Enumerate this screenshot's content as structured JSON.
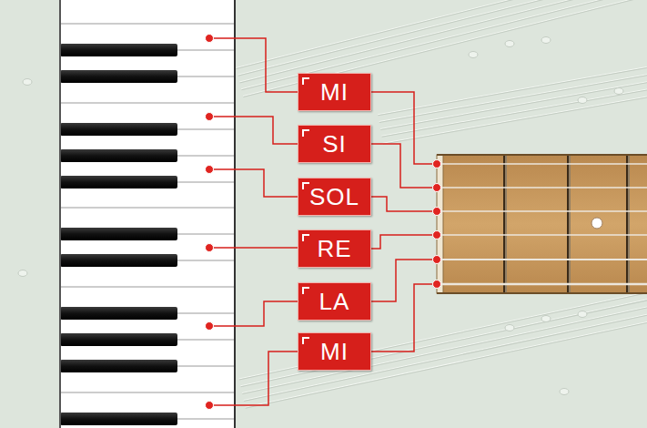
{
  "diagram": {
    "nodes": [
      {
        "text": [
          "MI"
        ]
      },
      {
        "text": [
          "SI"
        ]
      },
      {
        "text": [
          "SOL"
        ]
      },
      {
        "text": [
          "RE"
        ]
      },
      {
        "text": [
          "LA"
        ]
      },
      {
        "text": [
          "MI"
        ]
      }
    ]
  }
}
